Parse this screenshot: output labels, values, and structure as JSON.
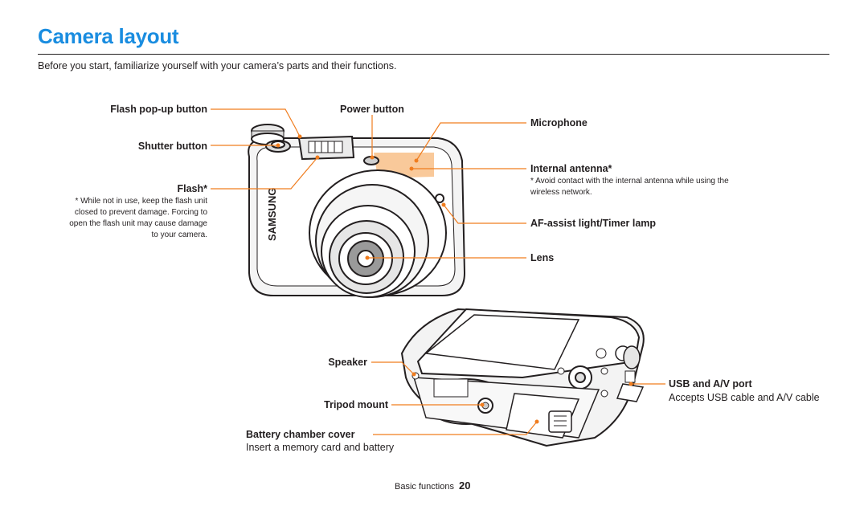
{
  "page": {
    "title": "Camera layout",
    "intro": "Before you start, familiarize yourself with your camera’s parts and their functions."
  },
  "labels": {
    "flash_popup": "Flash pop-up button",
    "shutter": "Shutter button",
    "flash": "Flash*",
    "flash_note": "* While not in use, keep the flash unit closed to prevent damage. Forcing to open the flash unit may cause damage to your camera.",
    "power": "Power button",
    "microphone": "Microphone",
    "antenna": "Internal antenna*",
    "antenna_note": "* Avoid contact with the internal antenna while using the wireless network.",
    "af_assist": "AF-assist light/Timer lamp",
    "lens": "Lens",
    "speaker": "Speaker",
    "tripod": "Tripod mount",
    "battery": "Battery chamber cover",
    "battery_note": "Insert a memory card and battery",
    "usb": "USB and A/V port",
    "usb_note": "Accepts USB cable and A/V cable"
  },
  "brand_text": "SAMSUNG",
  "footer": {
    "section": "Basic functions",
    "page_number": "20"
  },
  "colors": {
    "title": "#1a8de0",
    "leader": "#f07d1f",
    "highlight": "#f9c99a"
  }
}
